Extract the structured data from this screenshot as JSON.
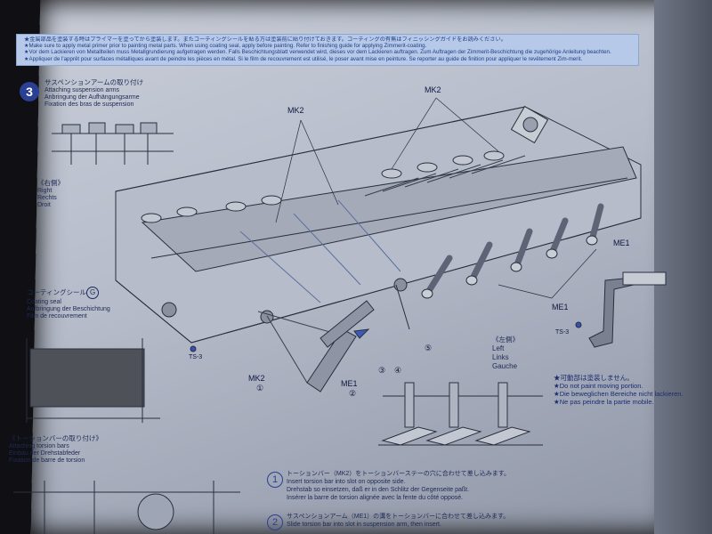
{
  "banner": {
    "jp": "★金属部品を塗装する時はプライマーを塗ってから塗装します。またコーティングシールを貼る方は塗装前に貼り付けておきます。コーティングの有無はフィニッシングガイドをお読みください。",
    "en": "★Make sure to apply metal primer prior to painting metal parts. When using coating seal, apply before painting. Refer to finishing guide for applying Zimmerit-coating.",
    "de": "★Vor dem Lackieren von Metallteilen muss Metallgrundierung aufgetragen werden. Falls Beschichtungsblatt verwendet wird, dieses vor dem Lackieren auftragen. Zum Auftragen der Zimmerit-Beschichtung die zugehörige Anleitung beachten.",
    "fr": "★Appliquer de l'apprêt pour surfaces métalliques avant de peindre les pièces en métal. Si le film de recouvrement est utilisé, le poser avant mise en peinture. Se reporter au guide de finition pour appliquer le revêtement Zim-merit."
  },
  "step": {
    "number": "3",
    "jp": "サスペンションアームの取り付け",
    "en": "Attaching suspension arms",
    "de": "Anbringung der Aufhängungsarme",
    "fr": "Fixation des bras de suspension"
  },
  "right_side": {
    "jp": "《右側》",
    "en": "Right",
    "de": "Rechts",
    "fr": "Droit"
  },
  "left_side": {
    "jp": "《左側》",
    "en": "Left",
    "de": "Links",
    "fr": "Gauche"
  },
  "coating": {
    "jp": "コーティングシール",
    "badge": "G",
    "en": "Coating seal",
    "de": "Aufbringung der Beschichtung",
    "fr": "Film de recouvrement"
  },
  "torsion": {
    "jp": "《トーションバーの取り付け》",
    "en": "Attaching torsion bars",
    "de": "Einbau der Drehstabfeder",
    "fr": "Fixation de barre de torsion"
  },
  "parts": {
    "mk2": "MK2",
    "me1": "ME1",
    "ts3": "TS-3",
    "c1": "①",
    "c2": "②",
    "c3": "③",
    "c4": "④",
    "c5": "⑤"
  },
  "note": {
    "jp": "★可動部は塗装しません。",
    "en": "★Do not paint moving portion.",
    "de": "★Die beweglichen Bereiche nicht lackieren.",
    "fr": "★Ne pas peindre la partie mobile."
  },
  "instructions": [
    {
      "num": "1",
      "jp": "トーションバー（MK2）をトーションバーステーの穴に合わせて差し込みます。",
      "en": "Insert torsion bar into slot on opposite side.",
      "de": "Drehstab so einsetzen, daß er in den Schlitz der Gegenseite paßt.",
      "fr": "Insérer la barre de torsion alignée avec la fente du côté opposé."
    },
    {
      "num": "2",
      "jp": "サスペンションアーム（ME1）の溝をトーションバーに合わせて差し込みます。",
      "en": "Slide torsion bar into slot in suspension arm, then insert."
    }
  ]
}
